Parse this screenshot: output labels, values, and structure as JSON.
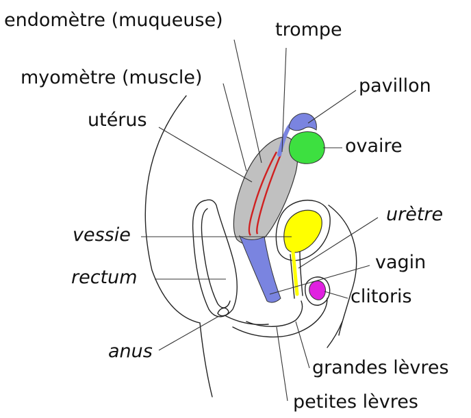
{
  "labels": {
    "endometre": "endomètre (muqueuse)",
    "trompe": "trompe",
    "myometre": "myomètre (muscle)",
    "pavillon": "pavillon",
    "uterus": "utérus",
    "ovaire": "ovaire",
    "uretre": "urètre",
    "vessie": "vessie",
    "vagin": "vagin",
    "rectum": "rectum",
    "clitoris": "clitoris",
    "anus": "anus",
    "grandes_levres": "grandes lèvres",
    "petites_levres": "petites lèvres"
  },
  "colors": {
    "uterus": "#c0c0c0",
    "vagin_trompe": "#7a84e0",
    "ovaire": "#3de040",
    "vessie": "#ffff00",
    "clitoris": "#e020e0",
    "endometre": "#d02020"
  }
}
